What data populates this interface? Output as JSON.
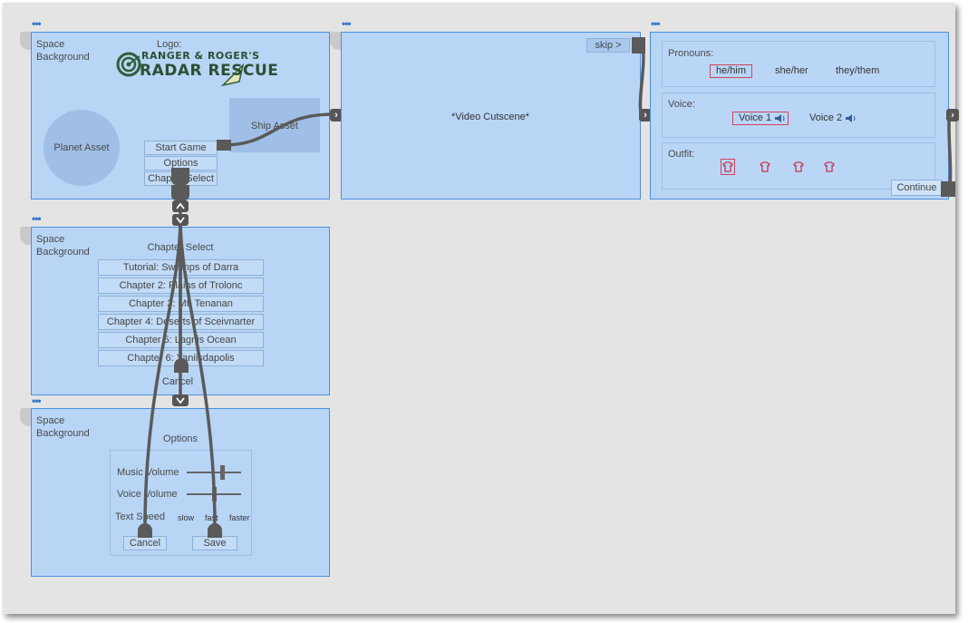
{
  "title_menu": {
    "bg_label": "Space Background",
    "logo_label": "Logo:",
    "logo_line1": "RANGER & ROGER'S",
    "logo_line2": "RADAR RESCUE",
    "planet_label": "Planet Asset",
    "ship_label": "Ship Asset",
    "buttons": [
      "Start Game",
      "Options",
      "Chapter Select"
    ]
  },
  "cutscene": {
    "label": "*Video Cutscene*",
    "skip_label": "skip >"
  },
  "character": {
    "pronouns_label": "Pronouns:",
    "pronouns": [
      "he/him",
      "she/her",
      "they/them"
    ],
    "voice_label": "Voice:",
    "voices": [
      "Voice 1",
      "Voice 2"
    ],
    "outfit_label": "Outfit:",
    "continue_label": "Continue"
  },
  "chapter_select": {
    "bg_label": "Space Background",
    "title": "Chapter Select",
    "chapters": [
      "Tutorial: Swamps of Darra",
      "Chapter 2: Plains of Trolonc",
      "Chapter 3: Mt. Tenanan",
      "Chapter 4: Deserts of Sceivnarter",
      "Chapter 5: Lagnis Ocean",
      "Chapter 6: Yaniisdapolis"
    ],
    "cancel_label": "Cancel"
  },
  "options": {
    "bg_label": "Space Background",
    "title": "Options",
    "music_label": "Music Volume",
    "music_level": 0.67,
    "voice_label": "Voice Volume",
    "voice_level": 0.5,
    "text_speed_label": "Text Speed",
    "speeds": [
      "slow",
      "fast",
      "faster"
    ],
    "cancel_label": "Cancel",
    "save_label": "Save"
  },
  "colors": {
    "panel": "#b8d5f6",
    "panel_border": "#4a8fe0",
    "wire": "#5a5a5a",
    "selected": "#d0435b"
  }
}
